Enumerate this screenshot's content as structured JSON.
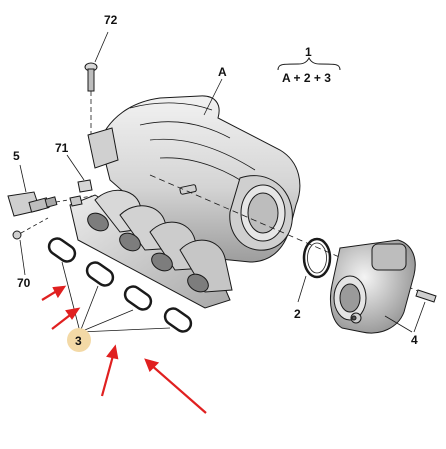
{
  "diagram": {
    "labels": {
      "part_72": "72",
      "part_A": "A",
      "part_1": "1",
      "formula": "A + 2 + 3",
      "part_5": "5",
      "part_71": "71",
      "part_70": "70",
      "part_2": "2",
      "part_3": "3",
      "part_4": "4"
    },
    "colors": {
      "line": "#1a1a1a",
      "body_light": "#e6e6e6",
      "body_mid": "#c4c4c4",
      "body_dark": "#8a8a8a",
      "arrow": "#e02020",
      "highlight": "#f3d9a6"
    }
  }
}
